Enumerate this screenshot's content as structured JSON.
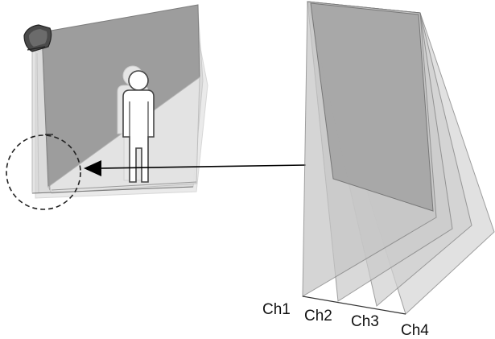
{
  "diagram": {
    "channels": [
      {
        "id": "ch1",
        "label": "Ch1"
      },
      {
        "id": "ch2",
        "label": "Ch2"
      },
      {
        "id": "ch3",
        "label": "Ch3"
      },
      {
        "id": "ch4",
        "label": "Ch4"
      }
    ],
    "icons": {
      "sensor": "light-curtain-sensor-icon",
      "person": "person-icon",
      "detail_marker": "dashed-circle-detail-marker",
      "arrow": "arrow-left-icon"
    },
    "colors": {
      "curtain_fill": "#9d9d9d",
      "channel_fill": "#c4c4c4",
      "outline": "#555555",
      "arrow": "#000000",
      "sensor_body": "#4a4a4a"
    }
  }
}
